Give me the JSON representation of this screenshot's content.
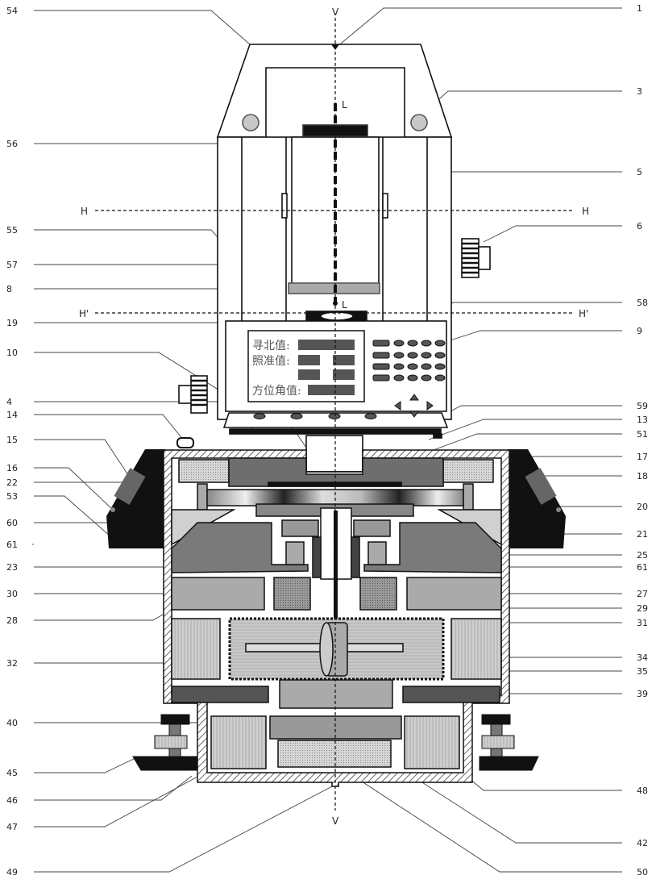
{
  "axes": {
    "v_top": "V",
    "v_bottom": "V",
    "h_left": "H",
    "h_right": "H",
    "h2_left": "H'",
    "h2_right": "H'",
    "l_top": "L",
    "l_bottom": "L"
  },
  "display": {
    "north_value": "寻北值:",
    "sight_value": "照准值:",
    "azimuth_value": "方位角值:"
  },
  "labels": {
    "left": [
      "54",
      "56",
      "55",
      "57",
      "8",
      "19",
      "10",
      "4",
      "14",
      "15",
      "16",
      "22",
      "53",
      "60",
      "61",
      "23",
      "30",
      "28",
      "32",
      "40",
      "45",
      "46",
      "47",
      "49"
    ],
    "right": [
      "1",
      "3",
      "5",
      "6",
      "58",
      "9",
      "59",
      "13",
      "51",
      "17",
      "18",
      "20",
      "21",
      "25",
      "61",
      "27",
      "29",
      "31",
      "34",
      "35",
      "39",
      "48",
      "42",
      "50"
    ]
  },
  "colors": {
    "dark": "#5a5a5a",
    "mid": "#8c8c8c",
    "light": "#bdbdbd",
    "pale": "#dcdcdc",
    "black": "#111111"
  }
}
